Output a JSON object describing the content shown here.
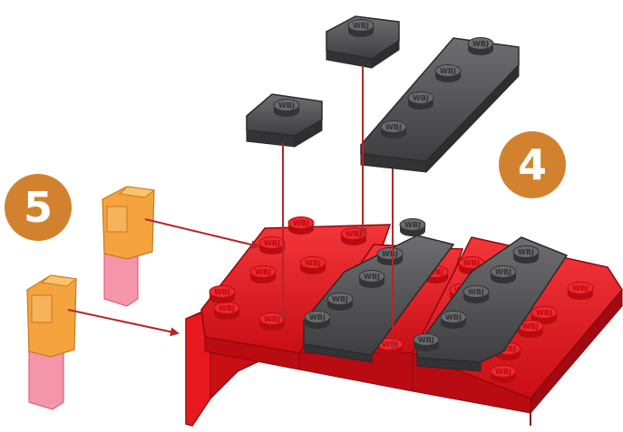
{
  "steps": [
    {
      "number": "4"
    },
    {
      "number": "5"
    }
  ],
  "stud_logo": "WBJ",
  "colors": {
    "badge": "#D2822E",
    "base_red": "#E8191E",
    "base_red_dark": "#B80C12",
    "plate_gray": "#5A5A5C",
    "plate_gray_dark": "#343436",
    "clip_orange": "#F5A33E",
    "clip_pink": "#F26A86",
    "arrow": "#B4262A"
  }
}
